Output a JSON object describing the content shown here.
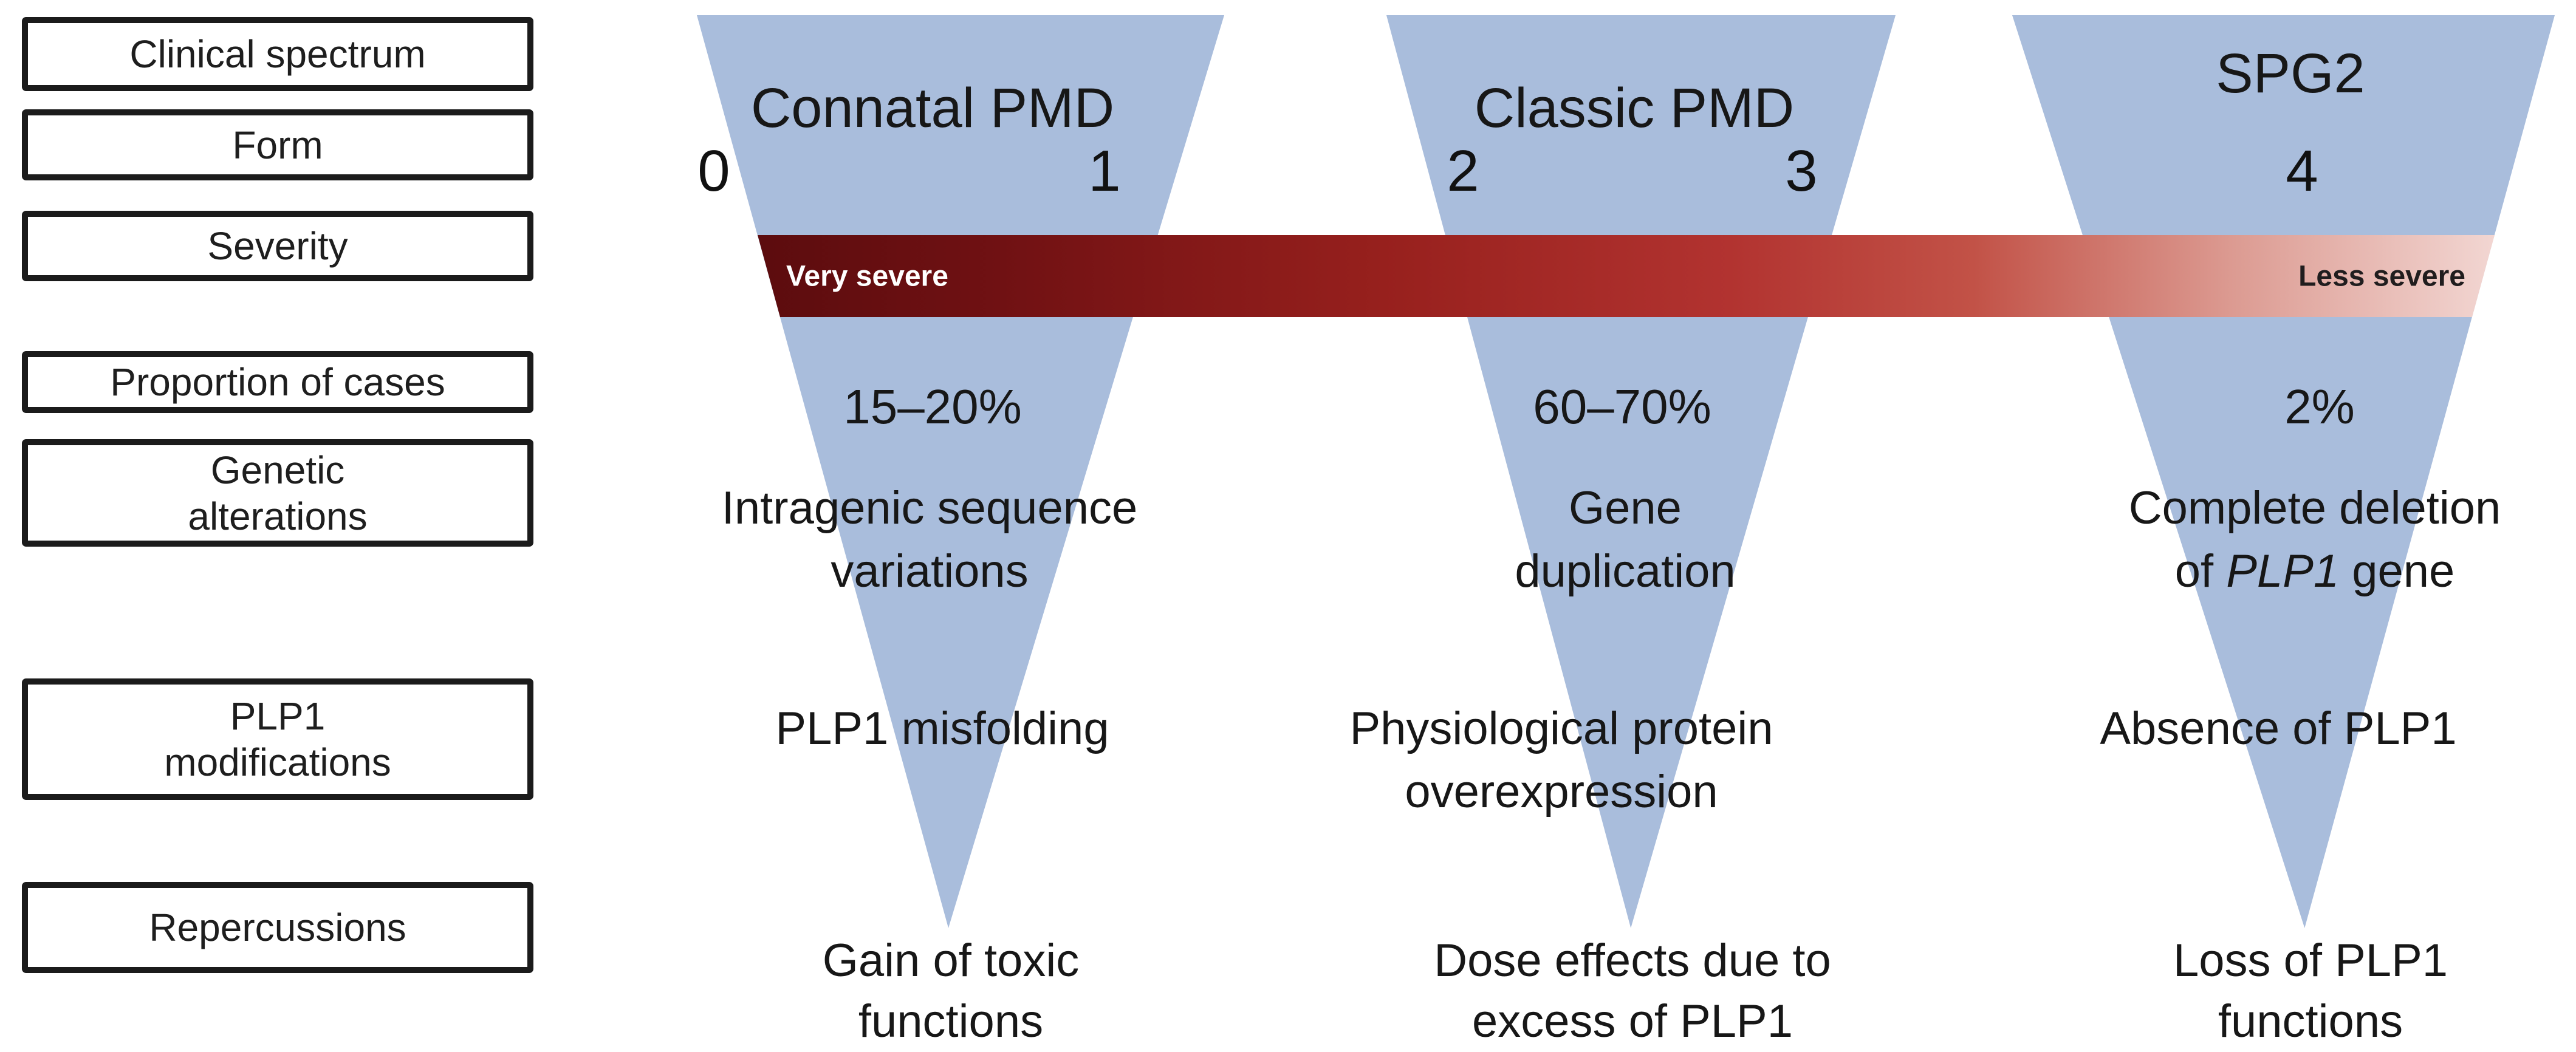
{
  "row_labels": {
    "clinical_spectrum": "Clinical spectrum",
    "form": "Form",
    "severity": "Severity",
    "proportion_of_cases": "Proportion of cases",
    "genetic_alterations_line1": "Genetic",
    "genetic_alterations_line2": "alterations",
    "plp1_modifications_line1": "PLP1",
    "plp1_modifications_line2": "modifications",
    "repercussions": "Repercussions"
  },
  "severity_bar": {
    "left_label": "Very severe",
    "right_label": "Less severe",
    "gradient_from": "#5c0c0e",
    "gradient_mid": "#b23330",
    "gradient_to": "#f2d6d2"
  },
  "triangle_color": "#a9bddc",
  "columns": [
    {
      "form": "Connatal PMD",
      "grade_left": "0",
      "grade_right": "1",
      "proportion": "15–20%",
      "genetic_line1": "Intragenic sequence",
      "genetic_line2": "variations",
      "plp1_line1": "PLP1 misfolding",
      "repercussions_line1": "Gain of toxic",
      "repercussions_line2": "functions"
    },
    {
      "form": "Classic PMD",
      "grade_left": "2",
      "grade_right": "3",
      "proportion": "60–70%",
      "genetic_line1": "Gene",
      "genetic_line2": "duplication",
      "plp1_line1": "Physiological protein",
      "plp1_line2": "overexpression",
      "repercussions_line1": "Dose effects due to",
      "repercussions_line2": "excess of PLP1"
    },
    {
      "form": "SPG2",
      "grade_center": "4",
      "proportion": "2%",
      "genetic_line1": "Complete deletion",
      "genetic_line2_pre": "of ",
      "genetic_line2_italic": "PLP1",
      "genetic_line2_post": " gene",
      "plp1_line1": "Absence of PLP1",
      "repercussions_line1": "Loss of PLP1",
      "repercussions_line2": "functions"
    }
  ]
}
